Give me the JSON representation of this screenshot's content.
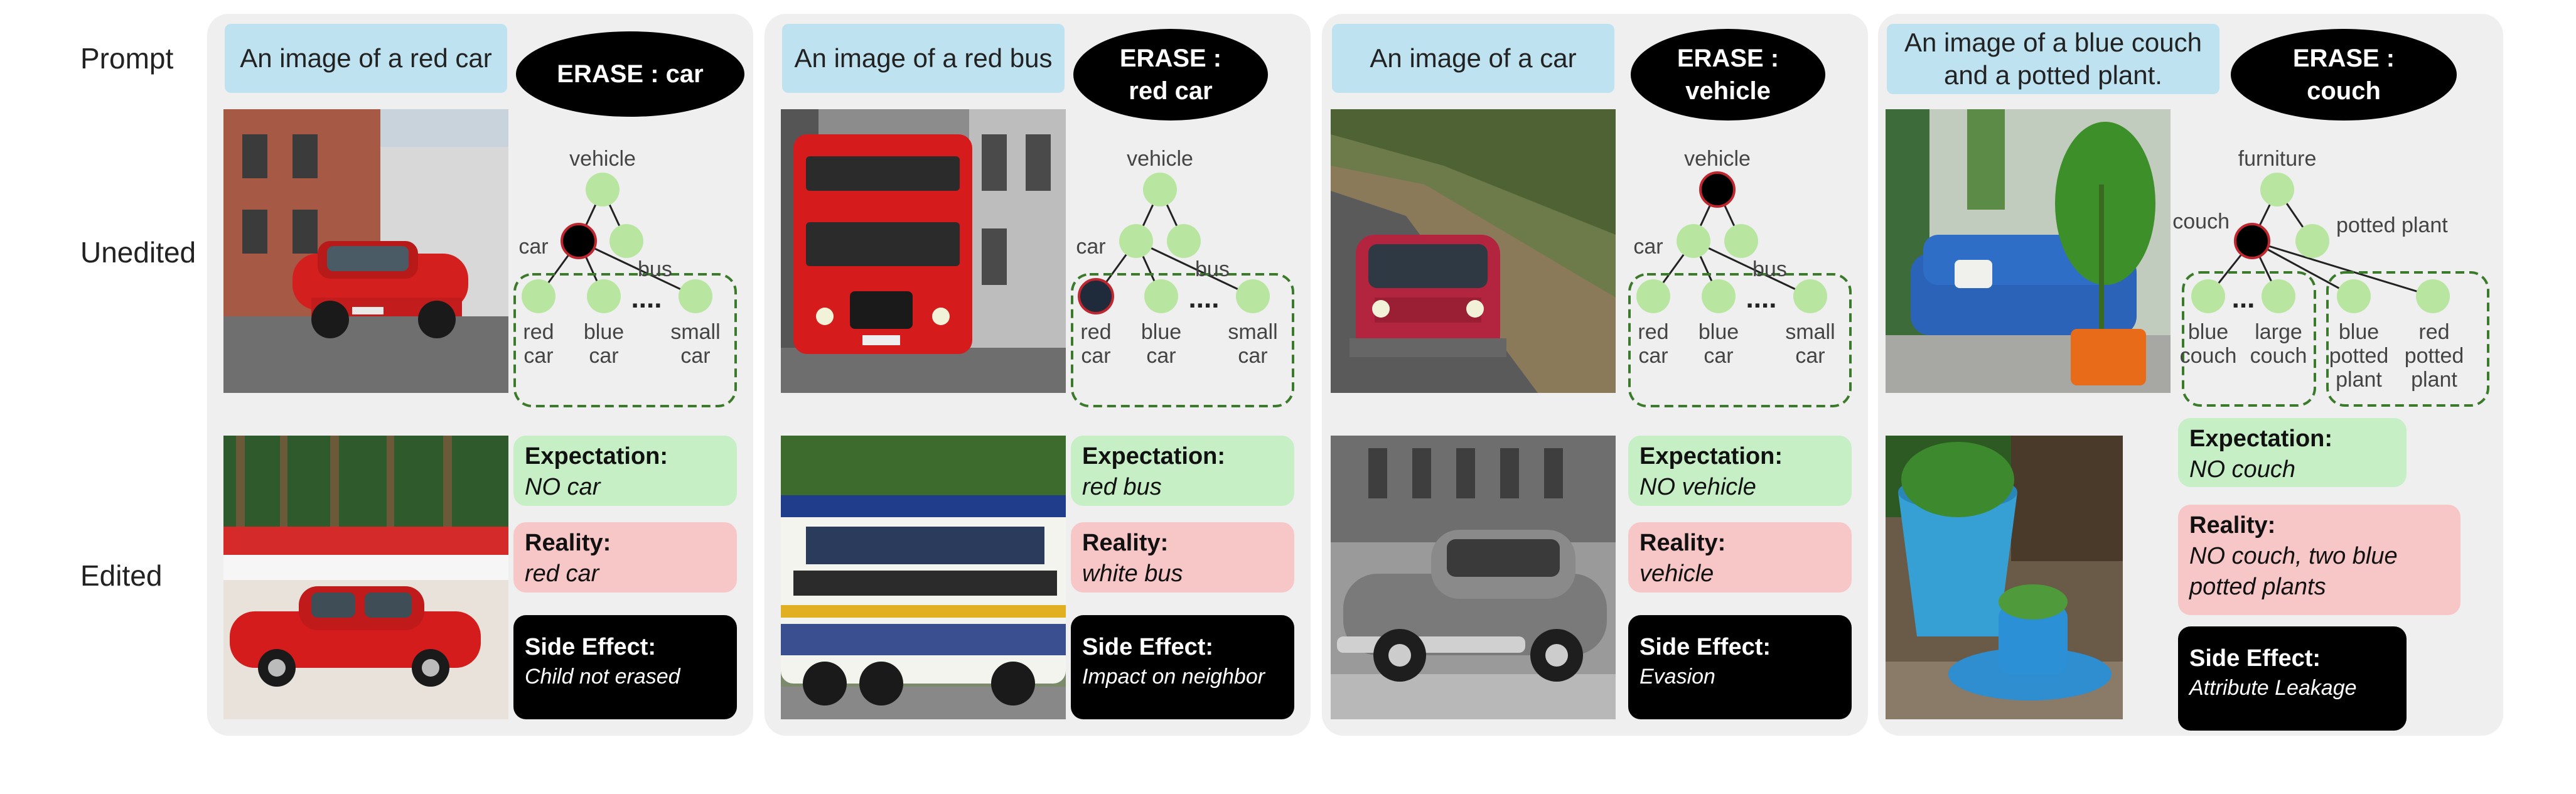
{
  "row_labels": {
    "prompt": "Prompt",
    "unedited": "Unedited",
    "edited": "Edited"
  },
  "labels": {
    "expectation": "Expectation:",
    "reality": "Reality:",
    "side_effect": "Side Effect:"
  },
  "colors": {
    "panel_bg": "#efefef",
    "prompt_bg": "#bfe2f1",
    "node_green": "#b8e6a0",
    "erased_node": "#000000",
    "expectation_bg": "#c6efc6",
    "reality_bg": "#f7c6c6"
  },
  "panels": [
    {
      "prompt": "An image of a red car",
      "erase": "ERASE : car",
      "tree": {
        "root": "vehicle",
        "left": "car",
        "right": "bus",
        "leaves": [
          "red car",
          "blue car",
          "small car"
        ],
        "dots": "....",
        "erased": "car"
      },
      "expectation": "NO car",
      "reality": "red car",
      "side_effect": "Child not erased"
    },
    {
      "prompt": "An image of a red bus",
      "erase": "ERASE : red car",
      "tree": {
        "root": "vehicle",
        "left": "car",
        "right": "bus",
        "leaves": [
          "red car",
          "blue car",
          "small car"
        ],
        "dots": "....",
        "erased": "red car"
      },
      "expectation": "red bus",
      "reality": "white bus",
      "side_effect": "Impact on neighbor"
    },
    {
      "prompt": "An image of a car",
      "erase": "ERASE : vehicle",
      "tree": {
        "root": "vehicle",
        "left": "car",
        "right": "bus",
        "leaves": [
          "red car",
          "blue car",
          "small car"
        ],
        "dots": "....",
        "erased": "vehicle"
      },
      "expectation": "NO vehicle",
      "reality": "vehicle",
      "side_effect": "Evasion"
    },
    {
      "prompt": "An image of a blue couch and a potted plant.",
      "erase": "ERASE : couch",
      "tree": {
        "root": "furniture",
        "left": "couch",
        "right": "potted plant",
        "left_leaves": [
          "blue couch",
          "large couch"
        ],
        "right_leaves": [
          "blue potted plant",
          "red potted plant"
        ],
        "dots": "...",
        "erased": "couch"
      },
      "expectation": "NO couch",
      "reality": "NO couch, two blue potted plants",
      "side_effect": "Attribute Leakage"
    }
  ]
}
